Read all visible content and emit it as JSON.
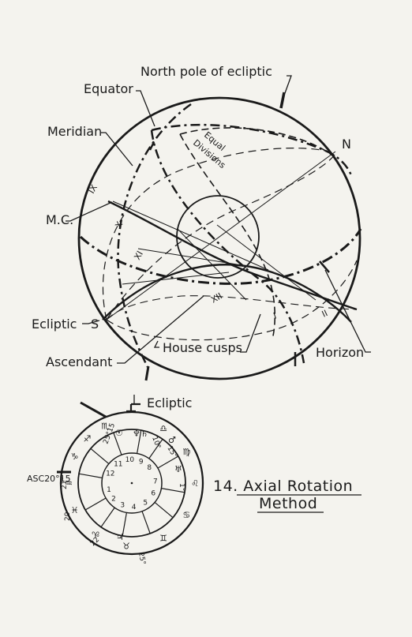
{
  "labels": {
    "north_pole": "North pole of ecliptic",
    "equator": "Equator",
    "meridian": "Meridian",
    "mc": "M.C.",
    "equal_line1": "Equal",
    "equal_line2": "Divisions",
    "n": "N",
    "s": "S",
    "ecliptic": "Ecliptic",
    "ascendant": "Ascendant",
    "house_cusps": "House cusps",
    "horizon": "Horizon",
    "roman_ix": "IX",
    "roman_x": "X",
    "roman_xi": "XI",
    "roman_xii": "XII",
    "roman_i": "I",
    "roman_ii": "II"
  },
  "wheel": {
    "ecliptic": "Ecliptic",
    "asc": "ASC20°15",
    "house_numbers": [
      "1",
      "2",
      "3",
      "4",
      "5",
      "6",
      "7",
      "8",
      "9",
      "10",
      "11",
      "12"
    ],
    "notes": [
      "25°15",
      "10°",
      "15°",
      "1°",
      "20",
      "22°",
      "25°",
      "21°"
    ],
    "planets": [
      "☉",
      "♄",
      "♅",
      "♃",
      "♂",
      "♆"
    ],
    "signs": [
      "♏",
      "♐",
      "♑",
      "♒",
      "♓",
      "♈",
      "♉",
      "♊",
      "♋",
      "♌",
      "♍",
      "♎"
    ]
  },
  "caption": {
    "line1": "14. Axial Rotation",
    "line2": "Method"
  }
}
